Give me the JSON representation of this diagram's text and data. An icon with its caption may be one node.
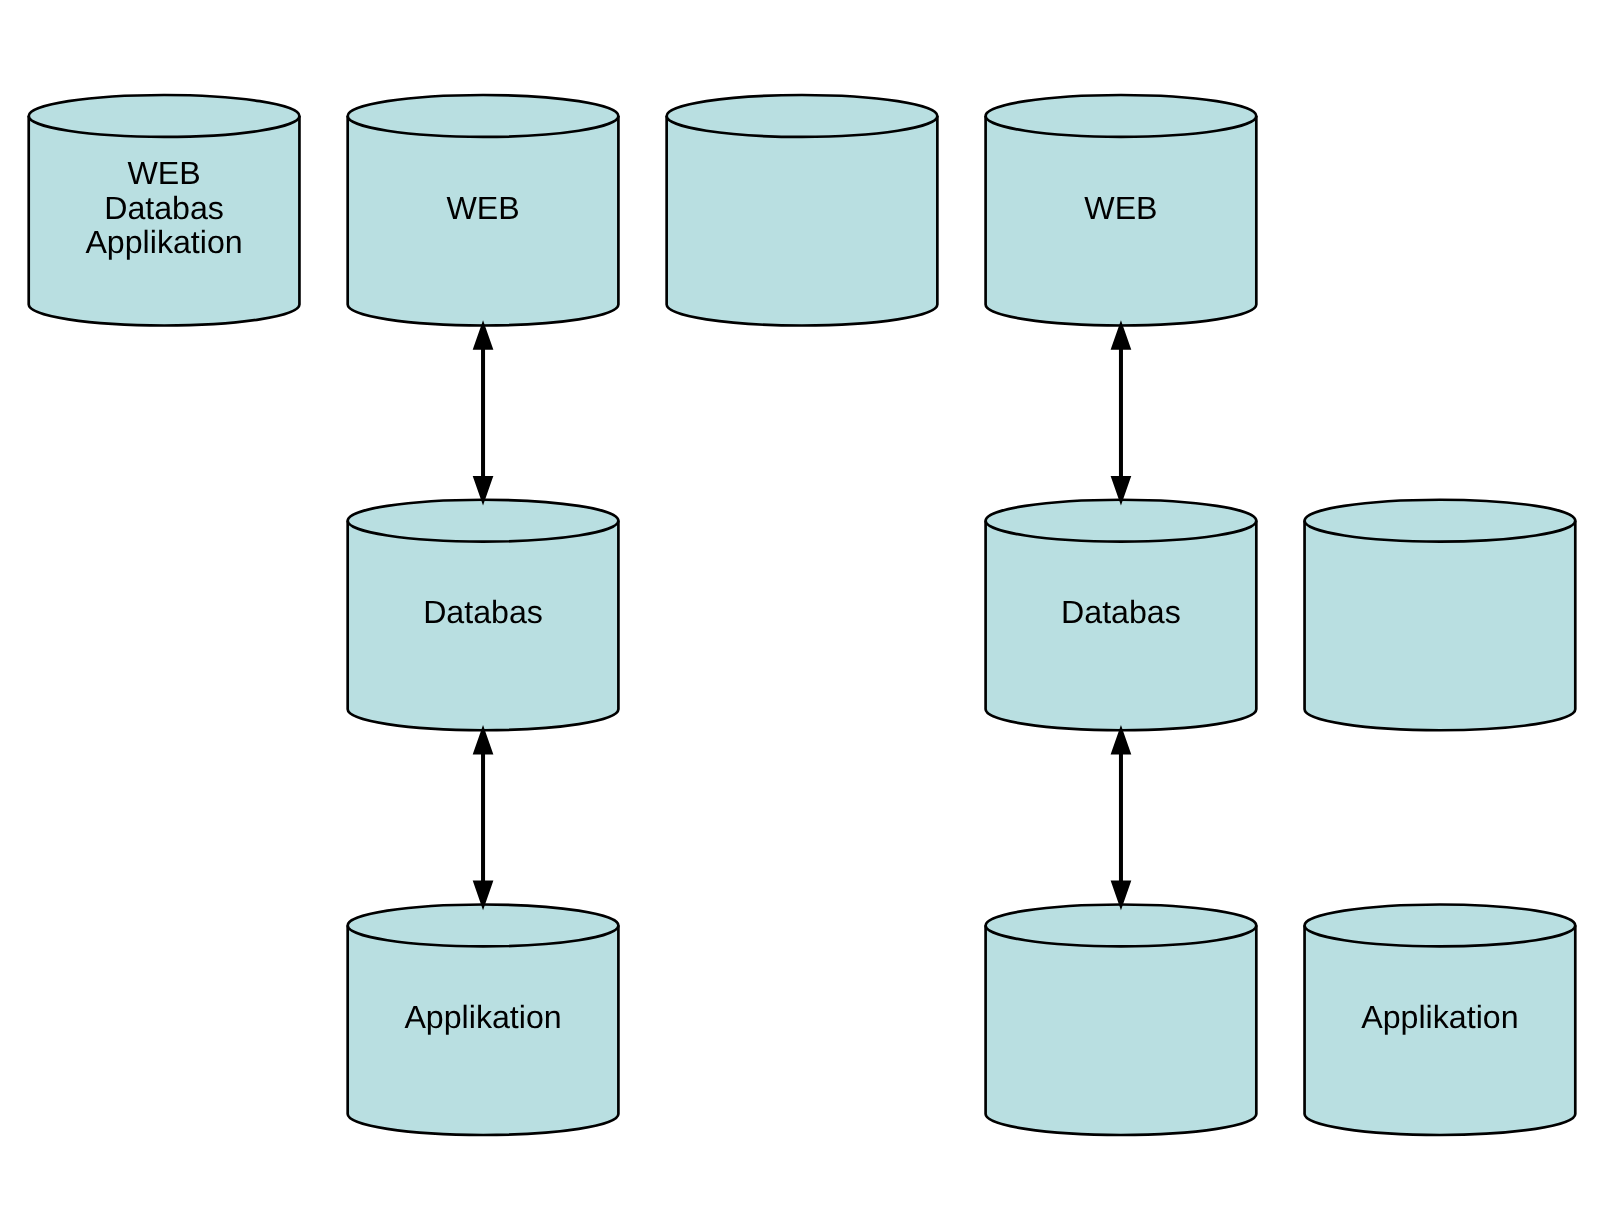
{
  "diagram": {
    "nodes": [
      {
        "text": [
          "WEB Databas Applikation"
        ]
      },
      {
        "text": [
          "WEB"
        ]
      },
      {
        "text": [],
        "shape": "cylinder"
      },
      {
        "text": [
          "WEB"
        ]
      },
      {
        "text": [
          "Databas"
        ]
      },
      {
        "text": [],
        "shape": "cylinder"
      },
      {
        "text": [
          "Databas"
        ]
      },
      {
        "text": [
          "Applikation"
        ]
      },
      {
        "text": [],
        "shape": "cylinder"
      },
      {
        "text": [
          "Applikation"
        ]
      }
    ],
    "edges": [
      {
        "from": 1,
        "to": 4,
        "arrow": "both"
      },
      {
        "from": 4,
        "to": 7,
        "arrow": "both"
      },
      {
        "from": 3,
        "to": 6,
        "arrow": "both"
      },
      {
        "from": 6,
        "to": 8,
        "arrow": "both"
      }
    ]
  }
}
